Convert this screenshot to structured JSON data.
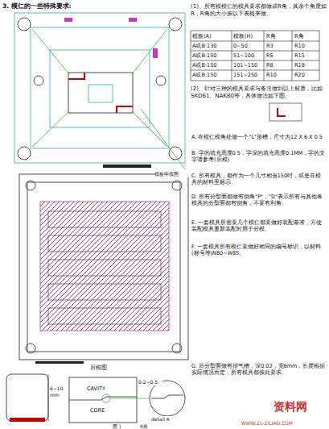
{
  "diagram": {
    "title": "3. 模仁的一些特殊要求:",
    "labels": [
      "(1)、所有模模仁的模具要求都做成R角，其余个角度如R，R角的大小按以下表格来做。",
      "模板(A)",
      "模板(H)",
      "R角",
      "R角",
      "A或B:130",
      "0~50",
      "R3",
      "R10",
      "A或B:150",
      "51~100",
      "R5",
      "R15",
      "A或B:150",
      "101~150",
      "R8",
      "R18",
      "A或B:150",
      "151~250",
      "R10",
      "R20",
      "(2)、针对三种的模具要求与备注做到以上材质，比如SKD61、NAK80等，具体做法如下图。",
      "A. 在模仁模角处做一个\"L\"形槽，尺寸为12 X 6 X 0.5",
      "B. 字的填充高度0.5，字深的填充高度0.1MM，字的文字请参考(后模)",
      "C. 所有模具，都作为一个几寸相当150吋，或是在模具的材料里标示。",
      "D. 所有分型面都做有倒角\"P\"，\"D\"表示所有与其他各模具的分型面都有倒角，不要有利角。",
      "E. 一套模具所需要几个模仁都要做好装配基准，方便装配模具重新装配时用于分模。",
      "F. 一套模具所有模仁要做好相同的编号标识，以材料(标号等)N80~W85。",
      "模板中模图",
      "后模图",
      "6~10mm",
      "CAVITY",
      "CORE",
      "0.2~0.5",
      "detail A",
      "R角",
      "图 )",
      "G. 后分型面做有排气槽，深0.02，宽6mm，长度根据实际情况而定，所有模具都按此要求。",
      "资料网",
      "WWW.ZL-ZILIAO.COM"
    ]
  }
}
